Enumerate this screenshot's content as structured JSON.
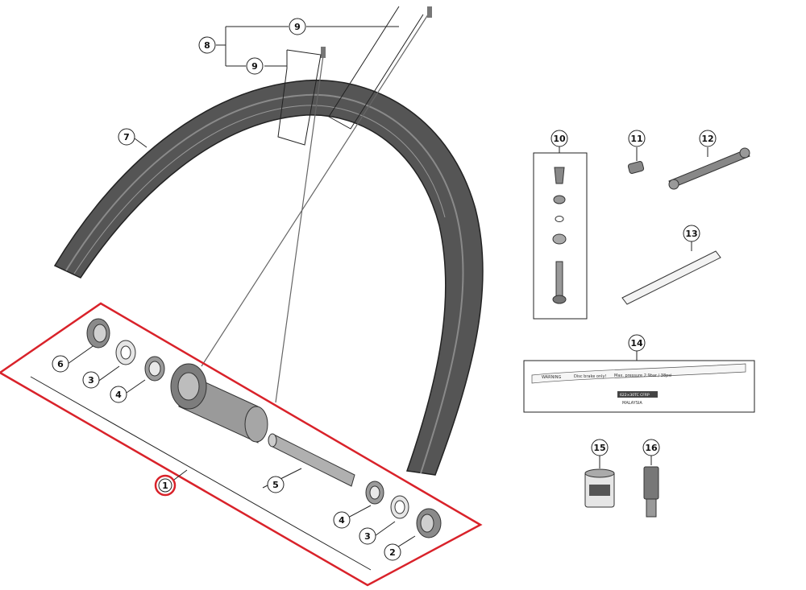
{
  "callouts": {
    "c1": "1",
    "c2": "2",
    "c3a": "3",
    "c3b": "3",
    "c4a": "4",
    "c4b": "4",
    "c5": "5",
    "c6": "6",
    "c7": "7",
    "c8": "8",
    "c9a": "9",
    "c9b": "9",
    "c10": "10",
    "c11": "11",
    "c12": "12",
    "c13": "13",
    "c14": "14",
    "c15": "15",
    "c16": "16"
  },
  "decal": {
    "warning": "WARNING",
    "line1": "Disc brake only!",
    "line2": "Max. pressure 2.9bar / 38psi",
    "size": "622×30TC CFRP",
    "made": "MALAYSIA"
  },
  "colors": {
    "highlight": "#d9222a",
    "rim": "#4a4a4a",
    "line": "#222222"
  }
}
